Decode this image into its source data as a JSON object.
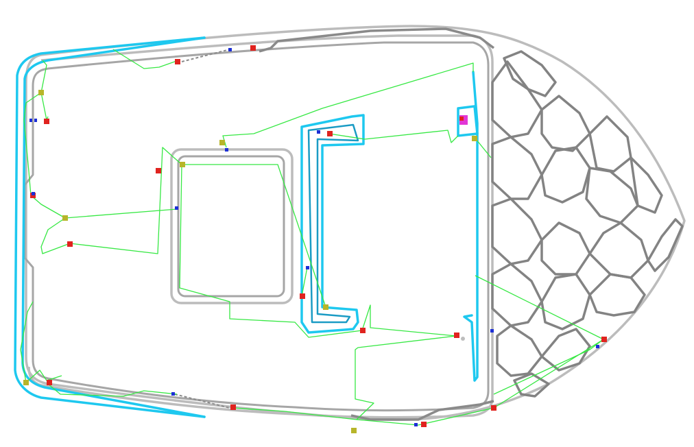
{
  "colors": {
    "background": "#ffffff",
    "hull_outline": "#bcbcbc",
    "hull_inner": "#a6a6a6",
    "nonskid_pattern": "#838383",
    "cyan_trim": "#1ec8ef",
    "teal_channel": "#1a9bc4",
    "wiring": "#36e843",
    "node_red": "#e0231f",
    "node_olive": "#b7b52a",
    "node_blue": "#1c2fd6",
    "node_magenta": "#e236d6"
  },
  "nodes": [
    {
      "kind": "red",
      "label": ""
    },
    {
      "kind": "olive",
      "label": ""
    },
    {
      "kind": "blue",
      "label": ""
    },
    {
      "kind": "magenta",
      "label": ""
    }
  ]
}
